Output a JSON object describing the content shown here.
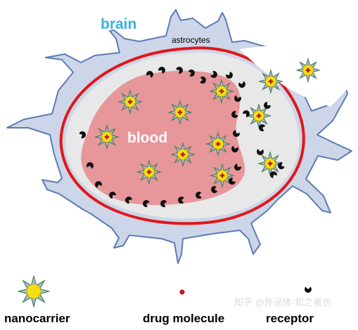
{
  "labels": {
    "brain": "brain",
    "astrocytes": "astrocytes",
    "blood": "blood"
  },
  "legend": {
    "nanocarrier": "nanocarrier",
    "drug_molecule": "drug molecule",
    "receptor": "receptor"
  },
  "watermark": "知乎 @外泌体-知之者也",
  "colors": {
    "astrocyte_fill": "#ccd6e8",
    "astrocyte_stroke": "#5d7cb4",
    "membrane": "#e3161b",
    "lumen": "#e8e8e8",
    "blood": "#e7969a",
    "star": "#a7bfd9",
    "star_stroke": "#4c7e5a",
    "carrier_core": "#f5df13",
    "drug": "#c0171c",
    "brain_label": "#38b3dd"
  },
  "icons": [
    "nanocarrier-icon",
    "drug-molecule-icon",
    "receptor-icon"
  ]
}
